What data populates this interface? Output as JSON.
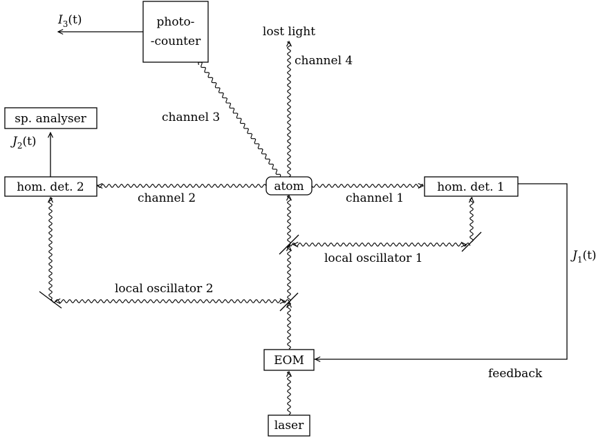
{
  "blocks": {
    "photocounter_line1": "photo-",
    "photocounter_line2": "-counter",
    "sp_analyser": "sp. analyser",
    "hom_det_2": "hom. det. 2",
    "atom": "atom",
    "hom_det_1": "hom. det. 1",
    "eom": "EOM",
    "laser": "laser"
  },
  "labels": {
    "i3_main": "I",
    "i3_sub": "3",
    "i3_arg": "(t)",
    "lost_light": "lost light",
    "channel_4": "channel 4",
    "channel_3": "channel 3",
    "j2_main": "J",
    "j2_sub": "2",
    "j2_arg": "(t)",
    "channel_2": "channel 2",
    "channel_1": "channel 1",
    "local_oscillator_1": "local oscillator 1",
    "local_oscillator_2": "local oscillator 2",
    "j1_main": "J",
    "j1_sub": "1",
    "j1_arg": "(t)",
    "feedback": "feedback"
  }
}
